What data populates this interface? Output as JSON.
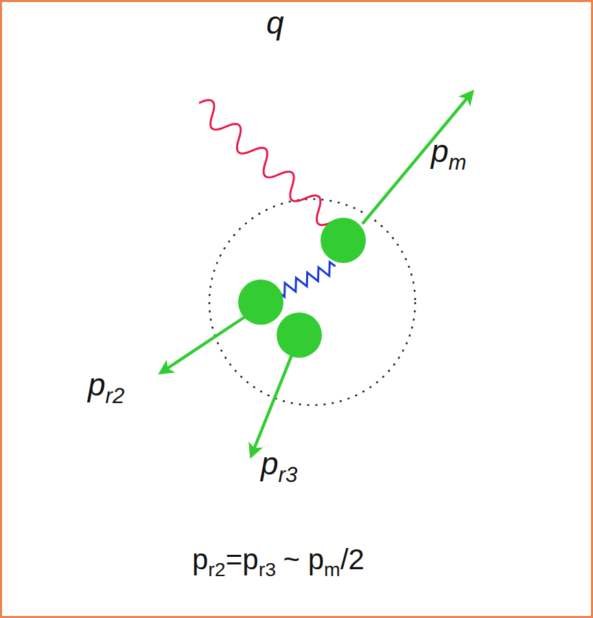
{
  "diagram": {
    "labels": [
      "q",
      "p",
      "m",
      "p",
      "r2",
      "p",
      "r3",
      "p",
      "r2",
      "=p",
      "r3",
      "~ p",
      "m",
      "/2"
    ]
  }
}
